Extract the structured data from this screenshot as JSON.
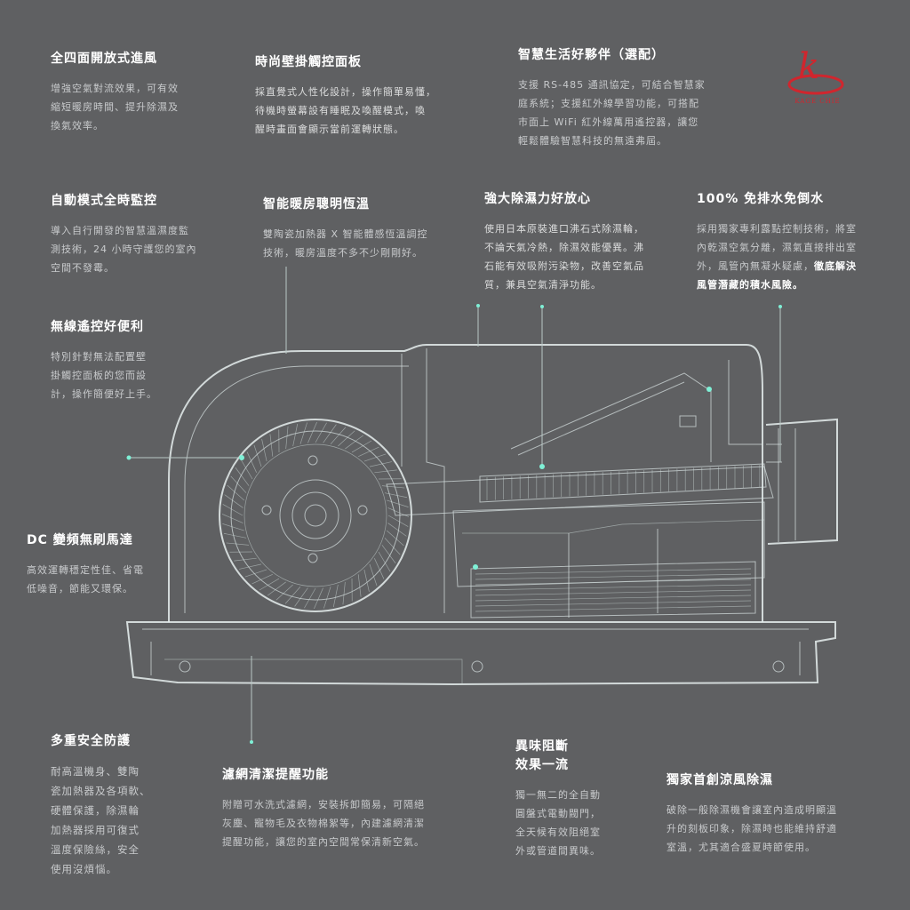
{
  "brand": {
    "logo_letter": "k",
    "logo_text": "KAGE CHIE",
    "logo_color": "#d0262e"
  },
  "accent_color": "#7ff0d6",
  "background_color": "#5f6062",
  "features": {
    "f1": {
      "title": "全四面開放式進風",
      "body": "增強空氣對流效果，可有效\n縮短暖房時間、提升除濕及\n換氣效率。"
    },
    "f2": {
      "title": "時尚壁掛觸控面板",
      "body": "採直覺式人性化設計，操作簡單易懂，\n待機時螢幕設有睡眠及喚醒模式，喚\n醒時畫面會顯示當前運轉狀態。"
    },
    "f3": {
      "title": "智慧生活好夥伴（選配）",
      "body": "支援 RS-485 通訊協定，可結合智慧家\n庭系統；支援紅外線學習功能，可搭配\n市面上 WiFi 紅外線萬用遙控器，讓您\n輕鬆體驗智慧科技的無遠弗屆。"
    },
    "f4": {
      "title": "自動模式全時監控",
      "body": "導入自行開發的智慧溫濕度監\n測技術，24 小時守護您的室內\n空間不發霉。"
    },
    "f5": {
      "title": "智能暖房聰明恆溫",
      "body": "雙陶瓷加熱器 X 智能體感恆溫調控\n技術，暖房溫度不多不少剛剛好。"
    },
    "f6": {
      "title": "強大除濕力好放心",
      "body": "使用日本原裝進口沸石式除濕輪，\n不論天氣冷熱，除濕效能優異。沸\n石能有效吸附污染物，改善空氣品\n質，兼具空氣清淨功能。"
    },
    "f7": {
      "title": "100% 免排水免倒水",
      "body_plain": "採用獨家專利露點控制技術，將室\n內乾濕空氣分離，濕氣直接排出室\n外，風管內無凝水疑慮，",
      "body_bold": "徹底解決\n風管潛藏的積水風險。"
    },
    "f8": {
      "title": "無線遙控好便利",
      "body": "特別針對無法配置壁\n掛觸控面板的您而設\n計，操作簡便好上手。"
    },
    "f9": {
      "title": "DC 變頻無刷馬達",
      "body": "高效運轉穩定性佳、省電\n低噪音，節能又環保。"
    },
    "f10": {
      "title": "多重安全防護",
      "body": "耐高溫機身、雙陶\n瓷加熱器及各項軟、\n硬體保護，除濕輪\n加熱器採用可復式\n溫度保險絲，安全\n使用沒煩惱。"
    },
    "f11": {
      "title": "濾網清潔提醒功能",
      "body": "附贈可水洗式濾網，安裝拆卸簡易，可隔絕\n灰塵、寵物毛及衣物棉絮等，內建濾網清潔\n提醒功能，讓您的室內空間常保清新空氣。"
    },
    "f12": {
      "title": "異味阻斷\n效果一流",
      "body": "獨一無二的全自動\n圓盤式電動閥門，\n全天候有效阻絕室\n外或管道間異味。"
    },
    "f13": {
      "title": "獨家首創涼風除濕",
      "body": "破除一般除濕機會讓室內造成明顯溫\n升的刻板印象，除濕時也能維持舒適\n室溫，尤其適合盛夏時節使用。"
    }
  }
}
